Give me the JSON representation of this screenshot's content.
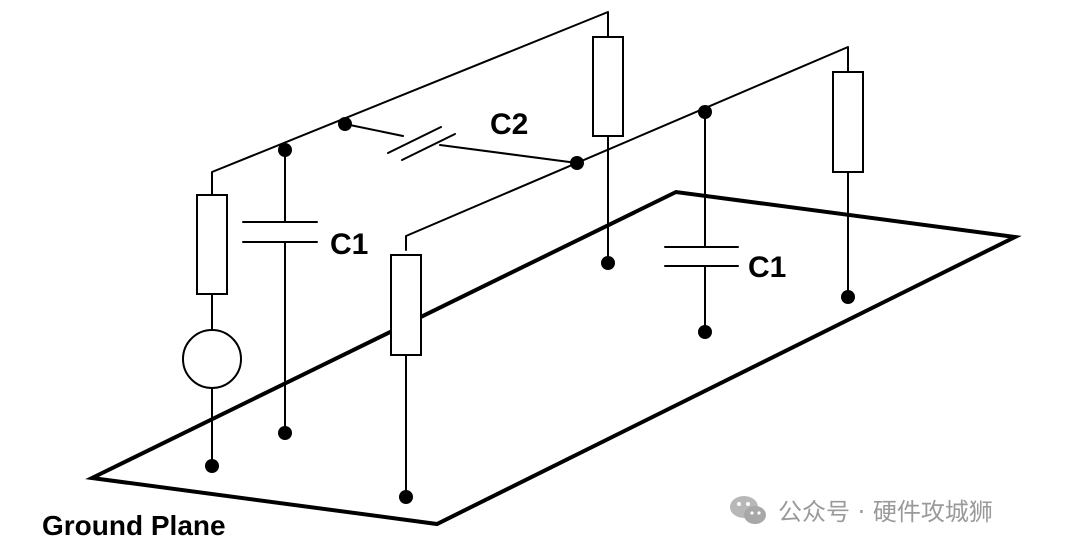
{
  "labels": {
    "c1_left": "C1",
    "c1_right": "C1",
    "c2": "C2",
    "ground_plane": "Ground Plane"
  },
  "watermark": {
    "icon": "wechat-icon",
    "text": "公众号 · 硬件攻城狮"
  }
}
